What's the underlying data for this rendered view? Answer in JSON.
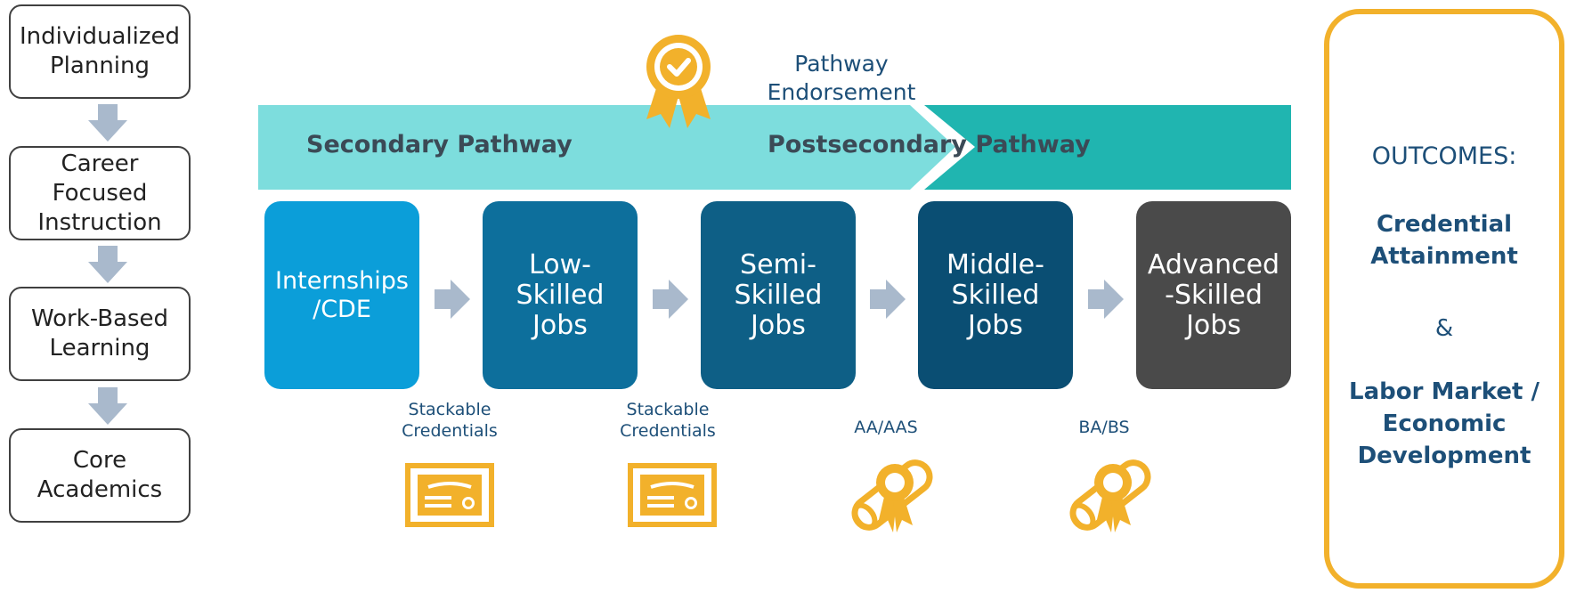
{
  "stages": [
    {
      "label": "Individualized\nPlanning"
    },
    {
      "label": "Career\nFocused\nInstruction"
    },
    {
      "label": "Work-Based\nLearning"
    },
    {
      "label": "Core\nAcademics"
    }
  ],
  "badge_label": "Pathway\nEndorsement",
  "pathways": {
    "secondary": "Secondary Pathway",
    "postsecondary": "Postsecondary Pathway"
  },
  "jobs": [
    {
      "label": "Internships\n/CDE",
      "color": "#0b9ed9"
    },
    {
      "label": "Low-\nSkilled\nJobs",
      "color": "#0d6f9c"
    },
    {
      "label": "Semi-\nSkilled\nJobs",
      "color": "#0e5f86"
    },
    {
      "label": "Middle-\nSkilled\nJobs",
      "color": "#0a4e73"
    },
    {
      "label": "Advanced\n-Skilled\nJobs",
      "color": "#4a4a4a"
    }
  ],
  "credentials": [
    {
      "label": "Stackable\nCredentials",
      "icon": "certificate-icon"
    },
    {
      "label": "Stackable\nCredentials",
      "icon": "certificate-icon"
    },
    {
      "label": "AA/AAS",
      "icon": "diploma-icon"
    },
    {
      "label": "BA/BS",
      "icon": "diploma-icon"
    }
  ],
  "outcomes": {
    "title": "OUTCOMES:",
    "item1": "Credential\nAttainment",
    "amp": "&",
    "item2": "Labor Market /\nEconomic\nDevelopment"
  },
  "colors": {
    "secondary_arrow": "#7ddddd",
    "postsecondary_arrow": "#20b5b0",
    "gold": "#f2b12b",
    "gray_arrow": "#a9b9cc",
    "navy_text": "#1d4f78"
  }
}
